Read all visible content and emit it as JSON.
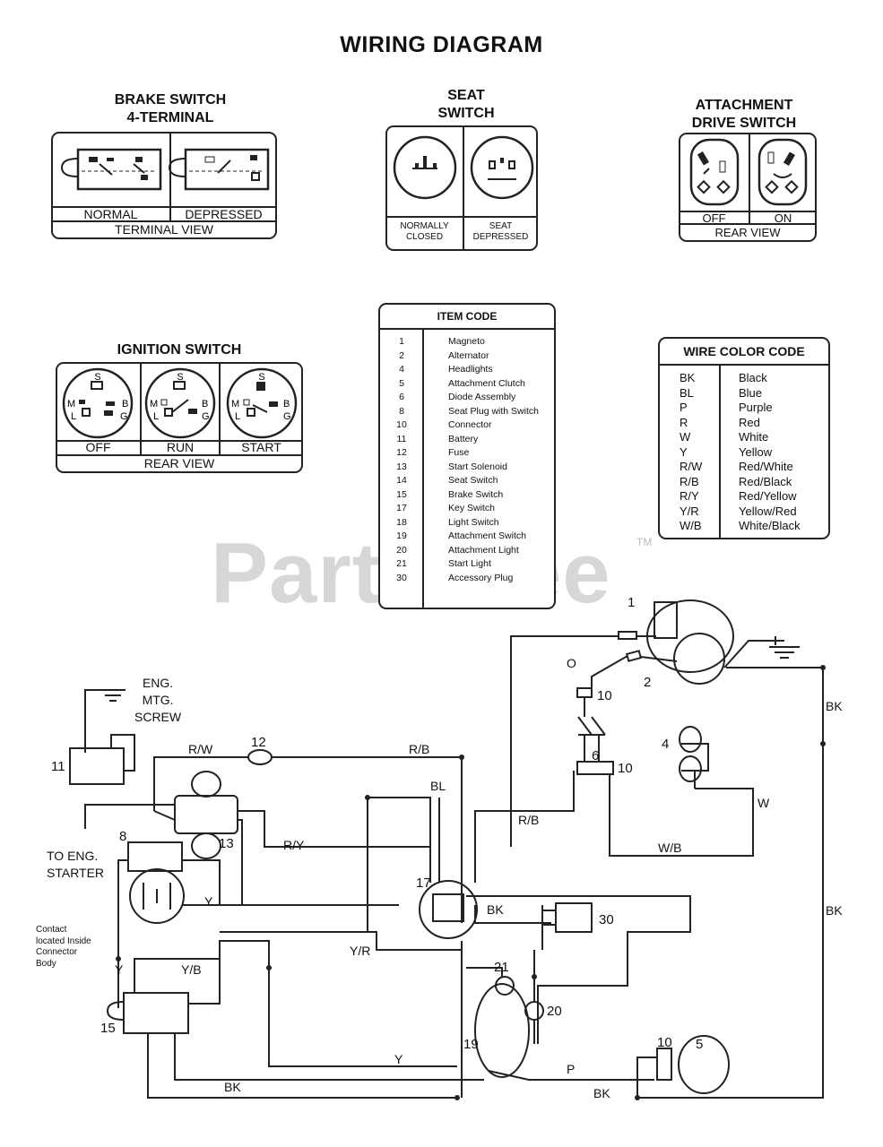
{
  "title": "WIRING DIAGRAM",
  "watermark": "PartsTree",
  "trademark": "TM",
  "brake_switch": {
    "heading_line1": "BRAKE SWITCH",
    "heading_line2": "4-TERMINAL",
    "left": "NORMAL",
    "right": "DEPRESSED",
    "view": "TERMINAL VIEW"
  },
  "seat_switch": {
    "heading_line1": "SEAT",
    "heading_line2": "SWITCH",
    "left_line1": "NORMALLY",
    "left_line2": "CLOSED",
    "right_line1": "SEAT",
    "right_line2": "DEPRESSED"
  },
  "attachment_switch": {
    "heading_line1": "ATTACHMENT",
    "heading_line2": "DRIVE SWITCH",
    "left": "OFF",
    "right": "ON",
    "view": "REAR VIEW"
  },
  "ignition_switch": {
    "heading": "IGNITION SWITCH",
    "positions": [
      "OFF",
      "RUN",
      "START"
    ],
    "view": "REAR VIEW",
    "terminals": [
      "S",
      "M",
      "B",
      "L",
      "G"
    ]
  },
  "item_code": {
    "heading": "ITEM CODE",
    "items": [
      {
        "num": "1",
        "name": "Magneto"
      },
      {
        "num": "2",
        "name": "Alternator"
      },
      {
        "num": "4",
        "name": "Headlights"
      },
      {
        "num": "5",
        "name": "Attachment Clutch"
      },
      {
        "num": "6",
        "name": "Diode Assembly"
      },
      {
        "num": "8",
        "name": "Seat Plug with Switch"
      },
      {
        "num": "10",
        "name": "Connector"
      },
      {
        "num": "11",
        "name": "Battery"
      },
      {
        "num": "12",
        "name": "Fuse"
      },
      {
        "num": "13",
        "name": "Start Solenoid"
      },
      {
        "num": "14",
        "name": "Seat Switch"
      },
      {
        "num": "15",
        "name": "Brake Switch"
      },
      {
        "num": "17",
        "name": "Key Switch"
      },
      {
        "num": "18",
        "name": "Light Switch"
      },
      {
        "num": "19",
        "name": "Attachment Switch"
      },
      {
        "num": "20",
        "name": "Attachment Light"
      },
      {
        "num": "21",
        "name": "Start Light"
      },
      {
        "num": "30",
        "name": "Accessory Plug"
      }
    ]
  },
  "wire_color_code": {
    "heading": "WIRE COLOR CODE",
    "items": [
      {
        "code": "BK",
        "color": "Black"
      },
      {
        "code": "BL",
        "color": "Blue"
      },
      {
        "code": "P",
        "color": "Purple"
      },
      {
        "code": "R",
        "color": "Red"
      },
      {
        "code": "W",
        "color": "White"
      },
      {
        "code": "Y",
        "color": "Yellow"
      },
      {
        "code": "R/W",
        "color": "Red/White"
      },
      {
        "code": "R/B",
        "color": "Red/Black"
      },
      {
        "code": "R/Y",
        "color": "Red/Yellow"
      },
      {
        "code": "Y/R",
        "color": "Yellow/Red"
      },
      {
        "code": "W/B",
        "color": "White/Black"
      }
    ]
  },
  "schematic": {
    "eng_mtg_line1": "ENG.",
    "eng_mtg_line2": "MTG.",
    "eng_mtg_line3": "SCREW",
    "to_starter_line1": "TO ENG.",
    "to_starter_line2": "STARTER",
    "contact_line1": "Contact",
    "contact_line2": "located Inside",
    "contact_line3": "Connector",
    "contact_line4": "Body",
    "numbers": {
      "n1": "1",
      "n2": "2",
      "n4": "4",
      "n5": "5",
      "n6": "6",
      "n8": "8",
      "n10a": "10",
      "n10b": "10",
      "n10c": "10",
      "n11": "11",
      "n12": "12",
      "n13": "13",
      "n15": "15",
      "n17": "17",
      "n19": "19",
      "n20": "20",
      "n21": "21",
      "n30": "30"
    },
    "wires": {
      "o": "O",
      "bk_right": "BK",
      "bk_right2": "BK",
      "w": "W",
      "wb": "W/B",
      "rw": "R/W",
      "rb_top": "R/B",
      "bl": "BL",
      "rb_mid": "R/B",
      "ry": "R/Y",
      "y_mid": "Y",
      "bk_17": "BK",
      "yr": "Y/R",
      "y_left": "Y",
      "yb": "Y/B",
      "y_bottom": "Y",
      "p": "P",
      "bk_bottom": "BK",
      "bk_bottom_right": "BK"
    }
  }
}
